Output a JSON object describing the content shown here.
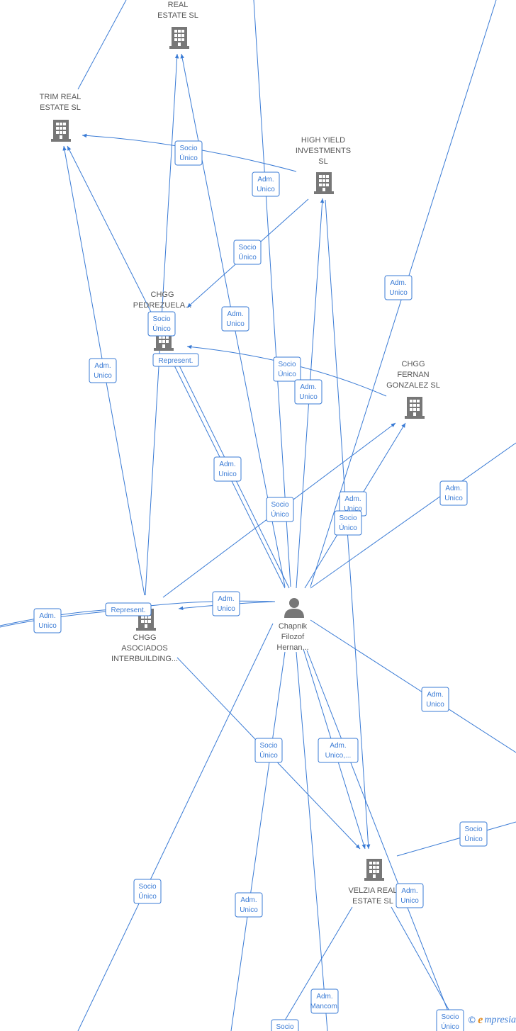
{
  "colors": {
    "edge": "#3a7bd5",
    "node": "#777777",
    "label": "#555555",
    "brand": "#e08a1e"
  },
  "nodes": [
    {
      "id": "real_estate",
      "type": "company",
      "icon": "building-icon",
      "label": [
        "REAL",
        "ESTATE  SL"
      ]
    },
    {
      "id": "trim",
      "type": "company",
      "icon": "building-icon",
      "label": [
        "TRIM REAL",
        "ESTATE  SL"
      ]
    },
    {
      "id": "high_yield",
      "type": "company",
      "icon": "building-icon",
      "label": [
        "HIGH YIELD",
        "INVESTMENTS",
        "SL"
      ]
    },
    {
      "id": "pedrezuela",
      "type": "company",
      "icon": "building-icon",
      "label": [
        "CHGG",
        "PEDREZUELA..."
      ]
    },
    {
      "id": "fernan",
      "type": "company",
      "icon": "building-icon",
      "label": [
        "CHGG",
        "FERNAN",
        "GONZALEZ  SL"
      ]
    },
    {
      "id": "asociados",
      "type": "company",
      "icon": "building-icon",
      "label": [
        "CHGG",
        "ASOCIADOS",
        "INTERBUILDING..."
      ]
    },
    {
      "id": "person",
      "type": "person",
      "icon": "person-icon",
      "label": [
        "Chapnik",
        "Filozof",
        "Hernan..."
      ]
    },
    {
      "id": "velzia",
      "type": "company",
      "icon": "building-icon",
      "label": [
        "VELZIA REAL",
        "ESTATE  SL"
      ]
    }
  ],
  "relations": [
    [
      "Socio",
      "Único"
    ],
    [
      "Adm.",
      "Unico"
    ],
    [
      "Socio",
      "Único"
    ],
    [
      "Adm.",
      "Unico"
    ],
    [
      "Adm.",
      "Unico"
    ],
    [
      "Socio",
      "Único"
    ],
    [
      "Represent."
    ],
    [
      "Adm.",
      "Unico"
    ],
    [
      "Socio",
      "Único"
    ],
    [
      "Adm.",
      "Unico"
    ],
    [
      "Adm.",
      "Unico"
    ],
    [
      "Adm.",
      "Unico"
    ],
    [
      "Socio",
      "Único"
    ],
    [
      "Adm.",
      "Unico"
    ],
    [
      "Socio",
      "Único"
    ],
    [
      "Adm.",
      "Unico"
    ],
    [
      "Represent."
    ],
    [
      "Adm.",
      "Unico"
    ],
    [
      "Adm.",
      "Unico"
    ],
    [
      "Socio",
      "Único"
    ],
    [
      "Adm.",
      "Unico,..."
    ],
    [
      "Socio",
      "Único"
    ],
    [
      "Socio",
      "Único"
    ],
    [
      "Adm.",
      "Unico"
    ],
    [
      "Adm.",
      "Unico"
    ],
    [
      "Adm.",
      "Mancom."
    ],
    [
      "Socio"
    ],
    [
      "Socio",
      "Único"
    ]
  ],
  "brand": {
    "copyright": "©",
    "first_letter": "e",
    "rest": "mpresia"
  }
}
